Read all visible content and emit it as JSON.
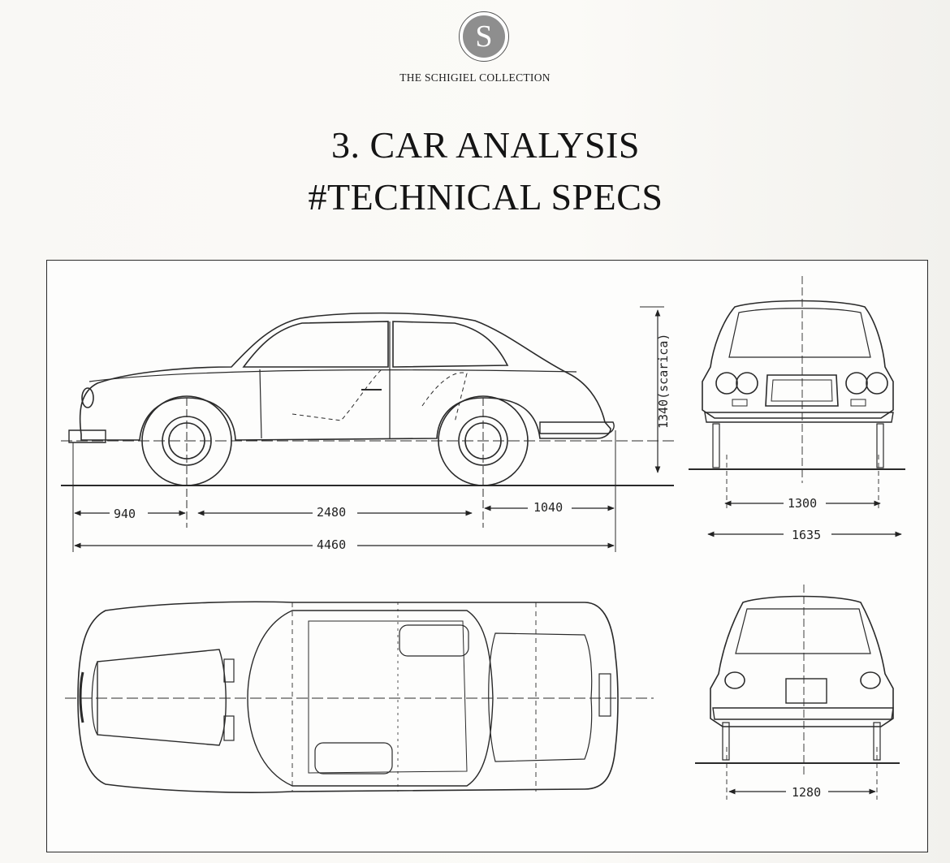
{
  "header": {
    "logo_letter": "S",
    "brand": "THE SCHIGIEL COLLECTION"
  },
  "title": {
    "line1": "3. CAR ANALYSIS",
    "line2": "#TECHNICAL SPECS"
  },
  "drawing": {
    "side_view": {
      "front_overhang": "940",
      "wheelbase": "2480",
      "rear_overhang": "1040",
      "overall_length": "4460",
      "height": "1340(scarica)"
    },
    "front_view": {
      "front_track": "1300",
      "overall_width": "1635"
    },
    "rear_view": {
      "rear_track": "1280"
    }
  }
}
